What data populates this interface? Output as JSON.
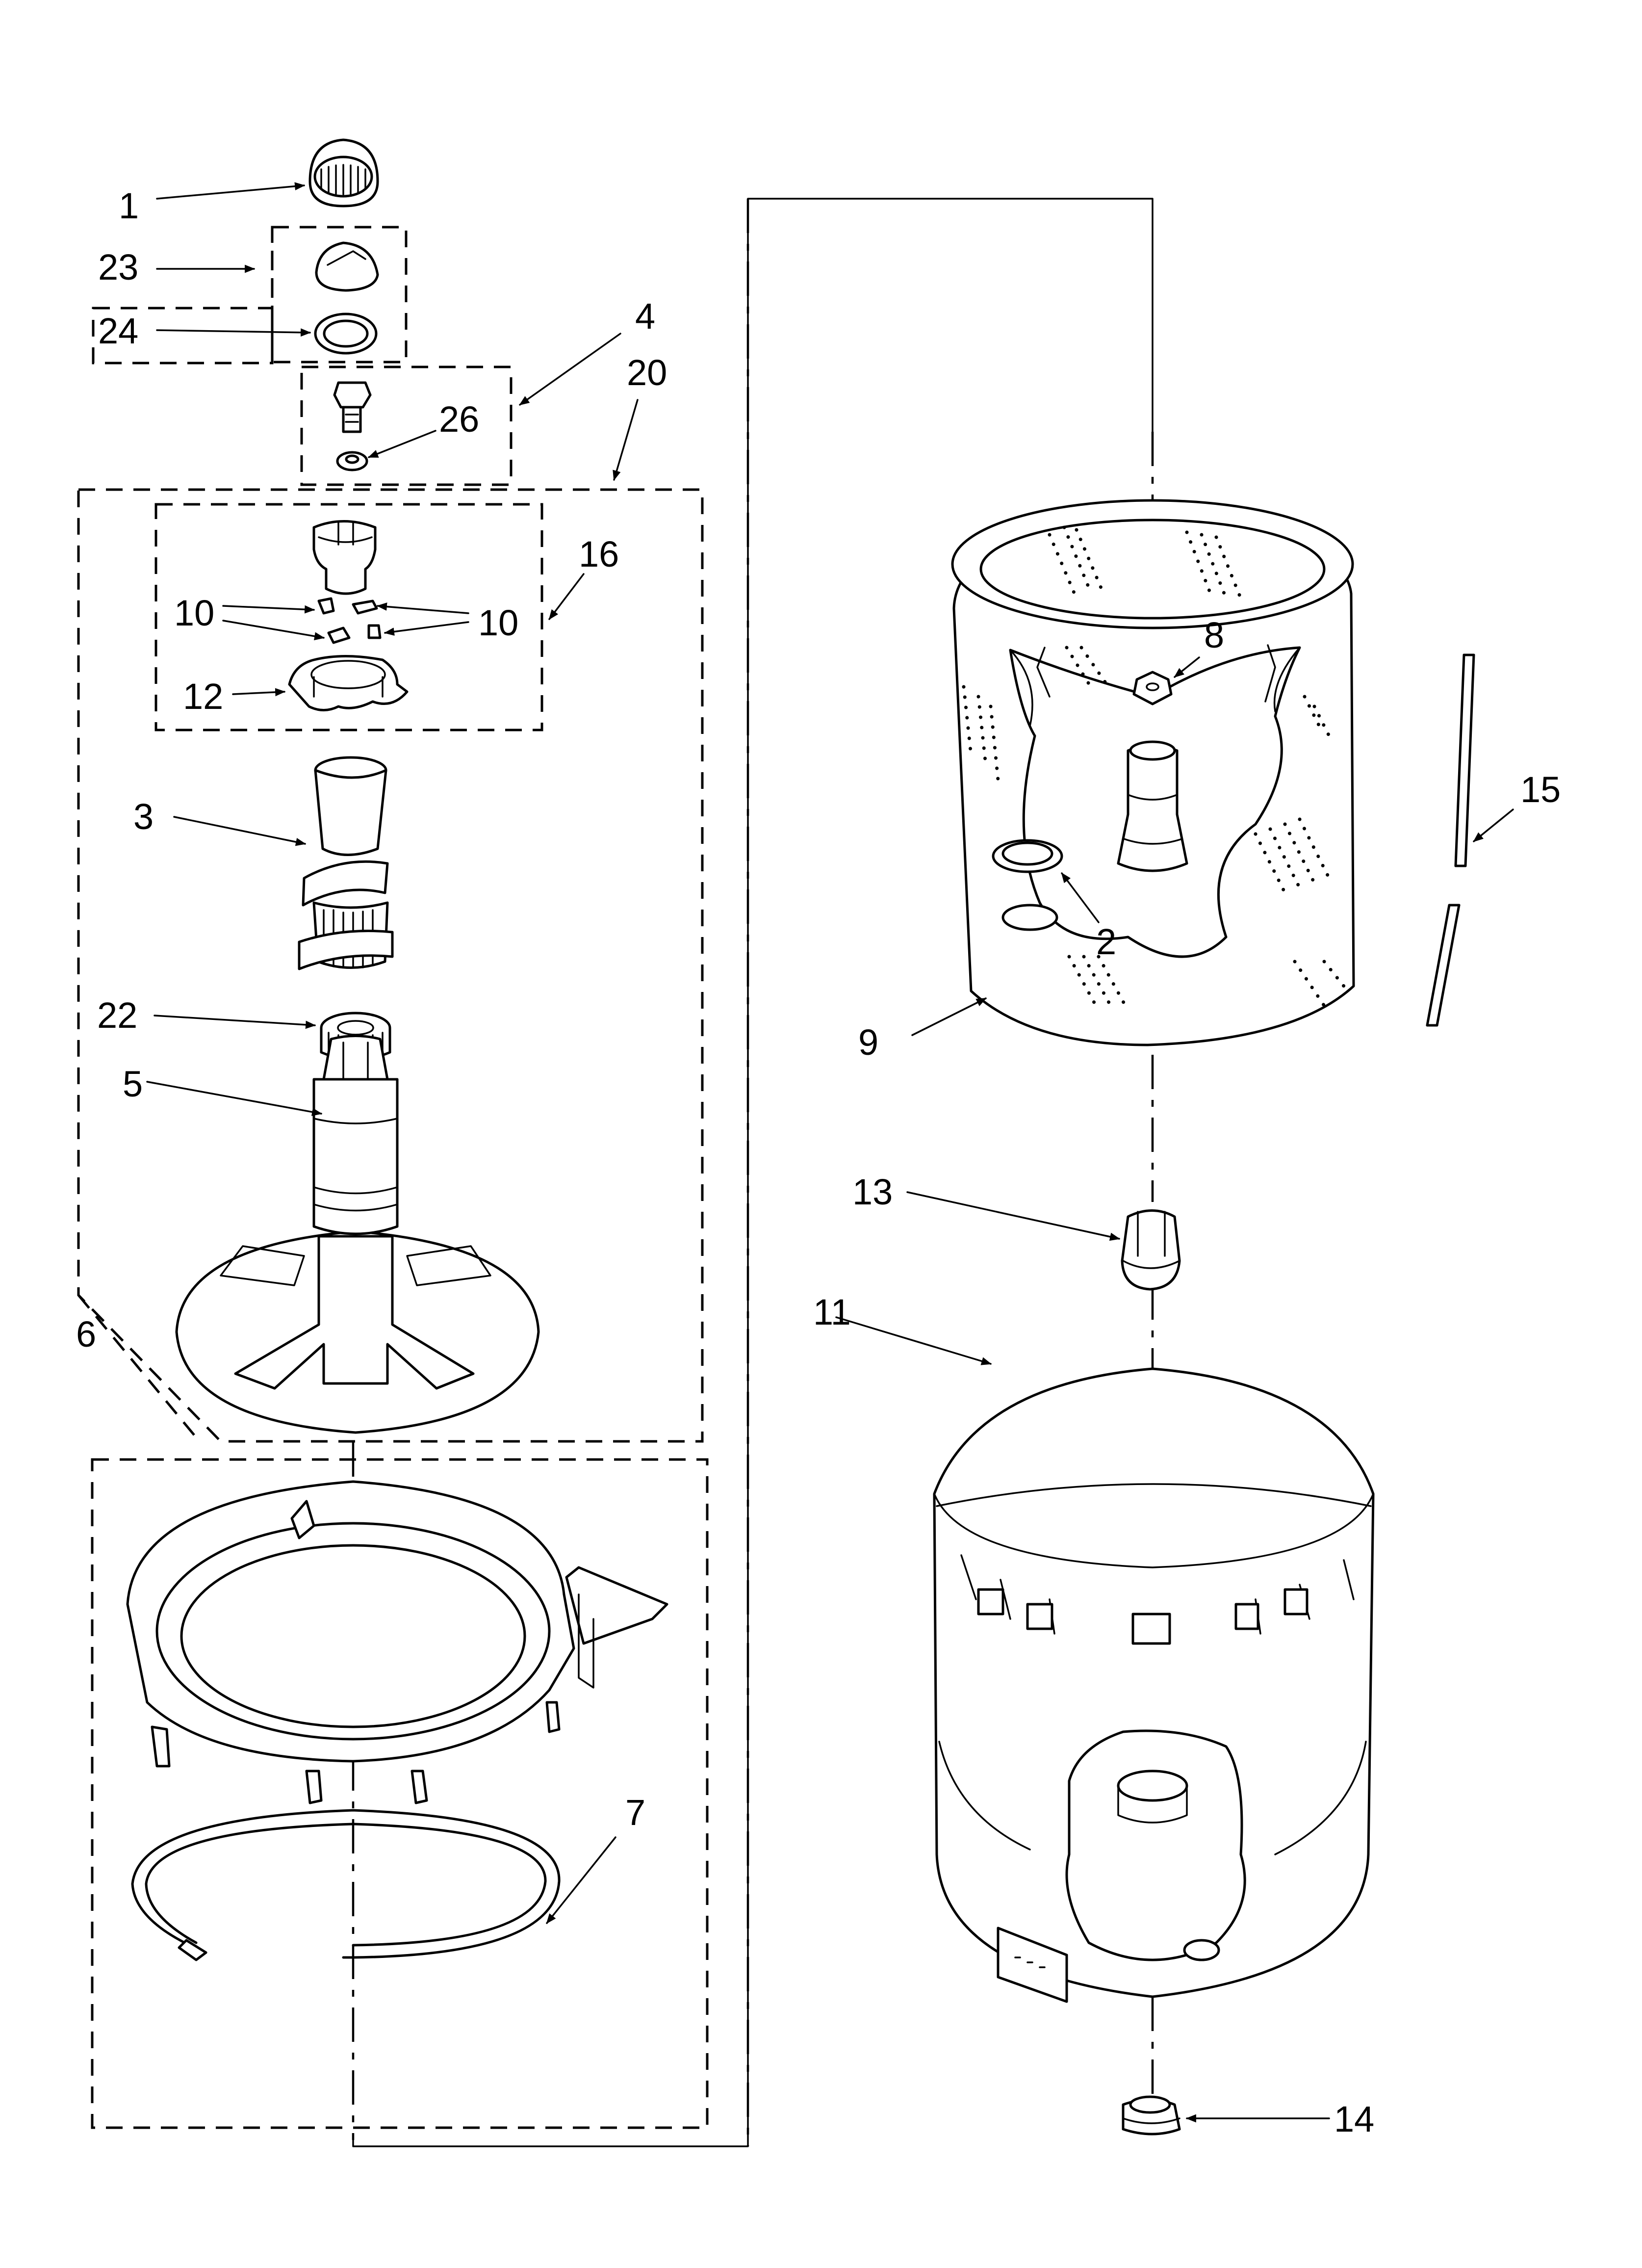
{
  "labels": {
    "p1": "1",
    "p2": "2",
    "p3": "3",
    "p4": "4",
    "p5": "5",
    "p6": "6",
    "p7": "7",
    "p8": "8",
    "p9": "9",
    "p10a": "10",
    "p10b": "10",
    "p11": "11",
    "p12": "12",
    "p13": "13",
    "p14": "14",
    "p15": "15",
    "p16": "16",
    "p20": "20",
    "p22": "22",
    "p23": "23",
    "p24": "24",
    "p26": "26"
  }
}
